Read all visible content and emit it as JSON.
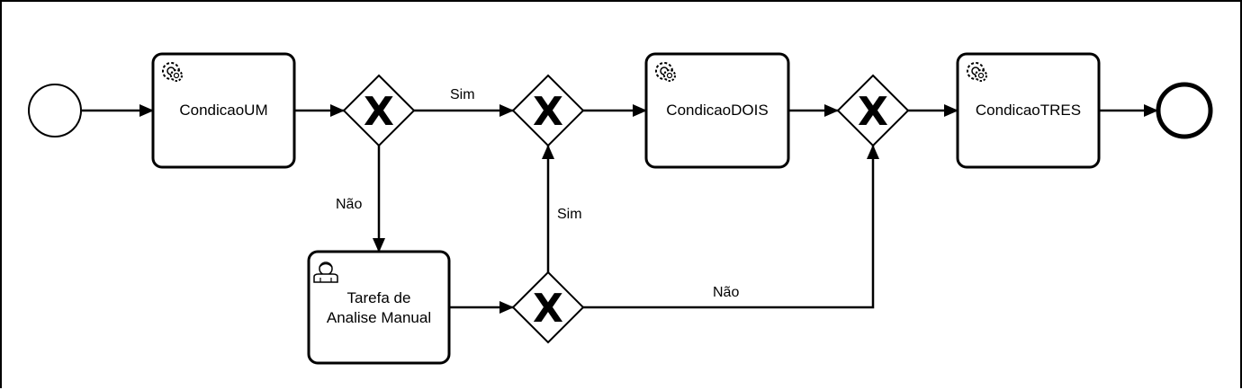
{
  "diagram": {
    "tasks": {
      "condicao_um": {
        "label": "CondicaoUM",
        "kind": "service"
      },
      "condicao_dois": {
        "label": "CondicaoDOIS",
        "kind": "service"
      },
      "condicao_tres": {
        "label": "CondicaoTRES",
        "kind": "service"
      },
      "analise_manual": {
        "label_line1": "Tarefa de",
        "label_line2": "Analise Manual",
        "kind": "user"
      }
    },
    "gateways": {
      "gw1": {
        "symbol": "X"
      },
      "gw2": {
        "symbol": "X"
      },
      "gw3": {
        "symbol": "X"
      },
      "gw4": {
        "symbol": "X"
      }
    },
    "flow_labels": {
      "gw1_to_gw2": "Sim",
      "gw1_to_manual": "Não",
      "gw4_to_gw2": "Sim",
      "gw4_to_gw3": "Não"
    },
    "events": {
      "start": "start-event",
      "end": "end-event"
    }
  }
}
